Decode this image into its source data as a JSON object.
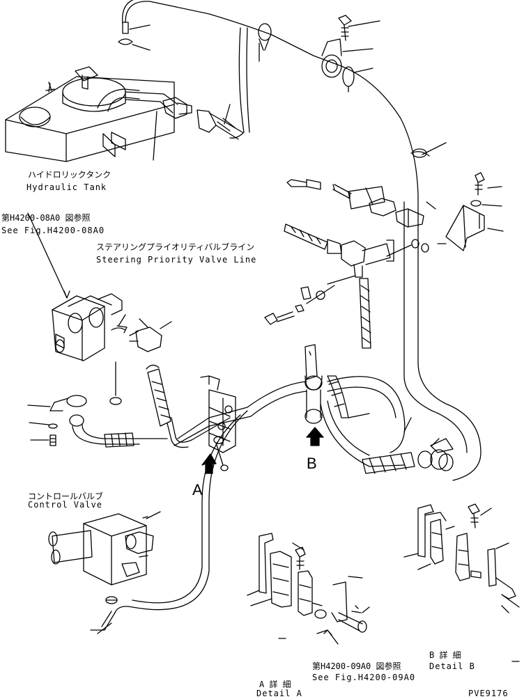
{
  "labels": {
    "tank_jp": "ハイドロリックタンク",
    "tank_en": "Hydraulic Tank",
    "ref1_jp": "第H4200-08A0 図参照",
    "ref1_en": "See Fig.H4200-08A0",
    "steer_jp": "ステアリングプライオリティバルブライン",
    "steer_en": "Steering Priority Valve Line",
    "cv_jp": "コントロールバルブ",
    "cv_en": "Control Valve",
    "view_a": "A",
    "view_b": "B",
    "detail_a_jp": "A 詳 細",
    "detail_a_en": "Detail A",
    "detail_b_jp": "B 詳 細",
    "detail_b_en": "Detail B",
    "ref2_jp": "第H4200-09A0 図参照",
    "ref2_en": "See Fig.H4200-09A0",
    "drawing_no": "PVE9176"
  }
}
